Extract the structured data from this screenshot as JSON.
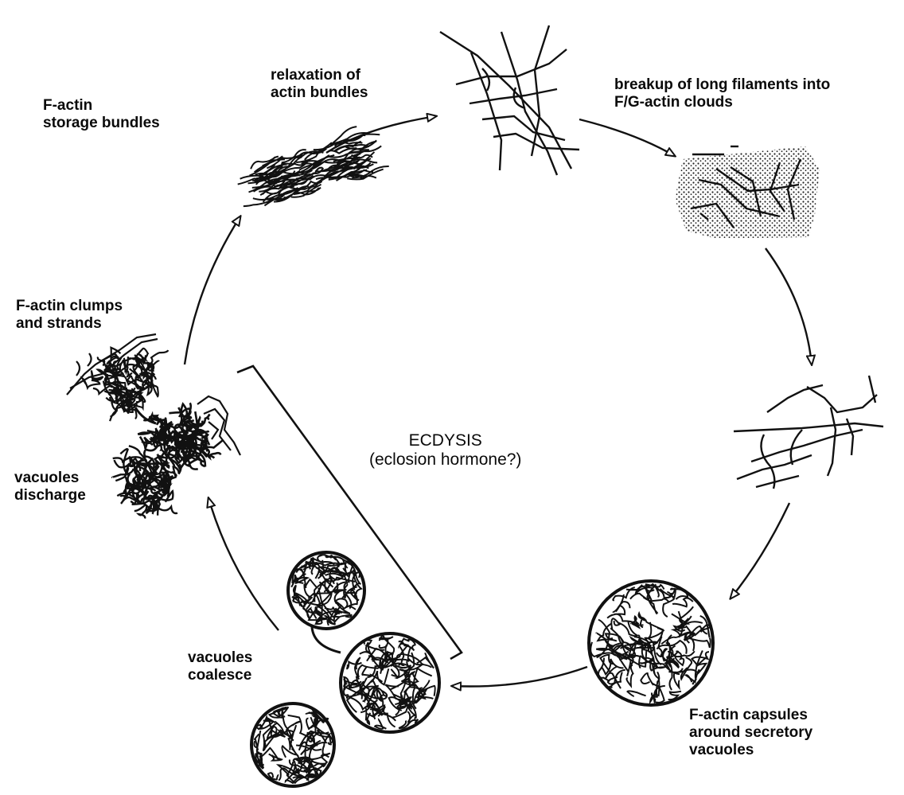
{
  "stages": {
    "storage_bundles": [
      "F-actin",
      "storage bundles"
    ],
    "relaxation": [
      "relaxation of",
      "actin bundles"
    ],
    "breakup": [
      "breakup of long filaments into",
      "F/G-actin clouds"
    ],
    "capsules": [
      "F-actin capsules",
      "around secretory",
      "vacuoles"
    ],
    "coalesce": [
      "vacuoles",
      "coalesce"
    ],
    "discharge": [
      "vacuoles",
      "discharge"
    ],
    "clumps": [
      "F-actin clumps",
      "and strands"
    ]
  },
  "center": {
    "title": "ECDYSIS",
    "subtitle": "(eclosion hormone?)"
  },
  "style": {
    "ink": "#111111"
  }
}
